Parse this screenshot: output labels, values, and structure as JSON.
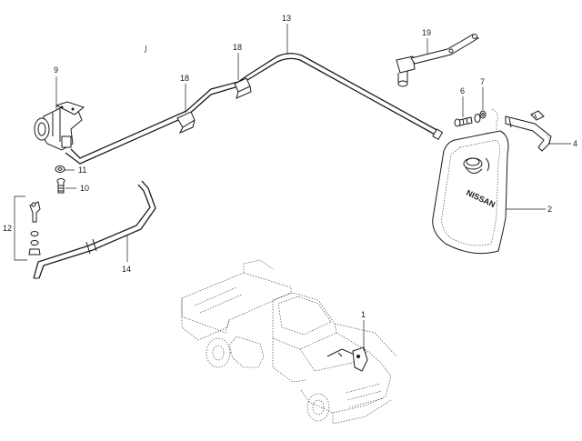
{
  "callouts": {
    "c1": "1",
    "c2": "2",
    "c4": "4",
    "c6": "6",
    "c7": "7",
    "c9": "9",
    "c10": "10",
    "c11": "11",
    "c12": "12",
    "c13": "13",
    "c14": "14",
    "c18a": "18",
    "c18b": "18",
    "c19": "19"
  },
  "tank_brand": "NISSAN",
  "colors": {
    "ink": "#1a1a1a",
    "background": "#ffffff"
  }
}
